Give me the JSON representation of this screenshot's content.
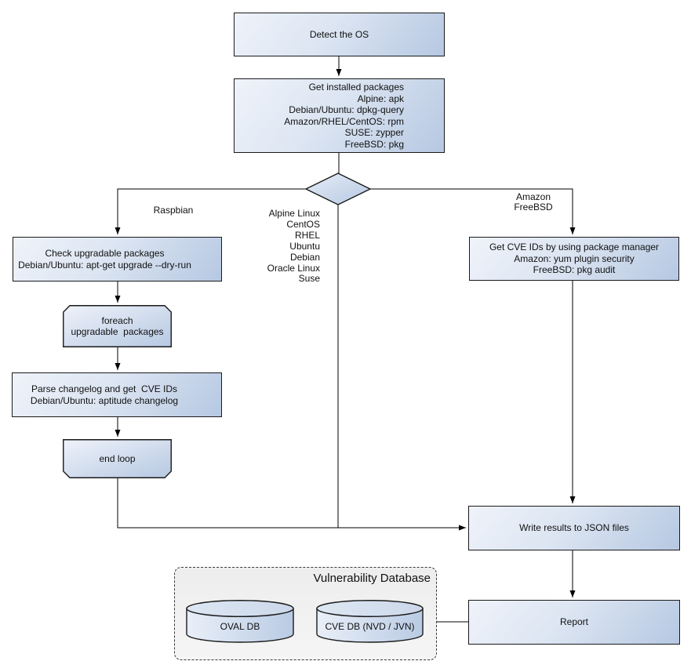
{
  "nodes": {
    "detect_os": {
      "label": "Detect the OS"
    },
    "get_installed_packages": {
      "label": "Get installed packages\nAlpine: apk\nDebian/Ubuntu: dpkg-query\nAmazon/RHEL/CentOS: rpm\nSUSE: zypper\nFreeBSD: pkg"
    },
    "check_upgradable": {
      "label": "Check upgradable packages\nDebian/Ubuntu: apt-get upgrade --dry-run"
    },
    "foreach_loop": {
      "label": "foreach\nupgradable  packages"
    },
    "parse_changelog": {
      "label": "Parse changelog and get  CVE IDs\nDebian/Ubuntu: aptitude changelog"
    },
    "end_loop": {
      "label": "end loop"
    },
    "get_cve_ids": {
      "label": "Get CVE IDs by using package manager\nAmazon: yum plugin security\nFreeBSD: pkg audit"
    },
    "write_results": {
      "label": "Write results to JSON files"
    },
    "report": {
      "label": "Report"
    }
  },
  "edge_labels": {
    "raspbian": "Raspbian",
    "os_list": "Alpine Linux\nCentOS\nRHEL\nUbuntu\nDebian\nOracle Linux\nSuse",
    "amazon_freebsd": "Amazon\nFreeBSD"
  },
  "database": {
    "title": "Vulnerability Database",
    "oval_db": "OVAL DB",
    "cve_db": "CVE DB (NVD / JVN)"
  },
  "colors": {
    "node_fill_light": "#eff3fa",
    "node_fill_dark": "#b6c8e2",
    "node_border": "#1a1a1a",
    "container_fill": "#f1f1f1",
    "connector": "#000000"
  }
}
